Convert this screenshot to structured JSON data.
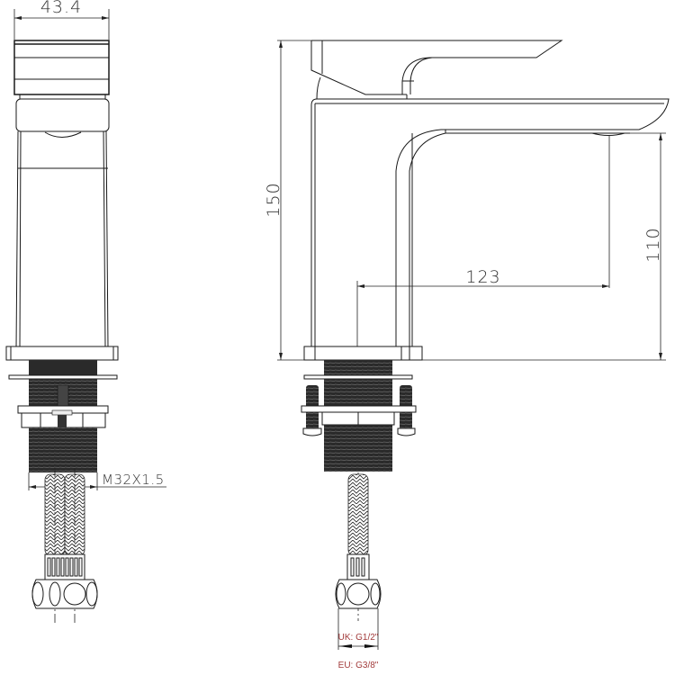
{
  "drawing": {
    "title": "Basin mixer tap technical drawing",
    "views": [
      "front-view",
      "side-view"
    ],
    "dimensions": {
      "body_width": "43.4",
      "overall_height": "150",
      "spout_reach": "123",
      "spout_height": "110",
      "thread_size": "M32X1.5"
    },
    "connections": {
      "uk": "UK: G1/2\"",
      "eu": "EU: G3/8\""
    },
    "colors": {
      "line": "#1a1a1a",
      "thread_fill": "#2a2a2a",
      "connection_label": "#a23b3b"
    }
  }
}
